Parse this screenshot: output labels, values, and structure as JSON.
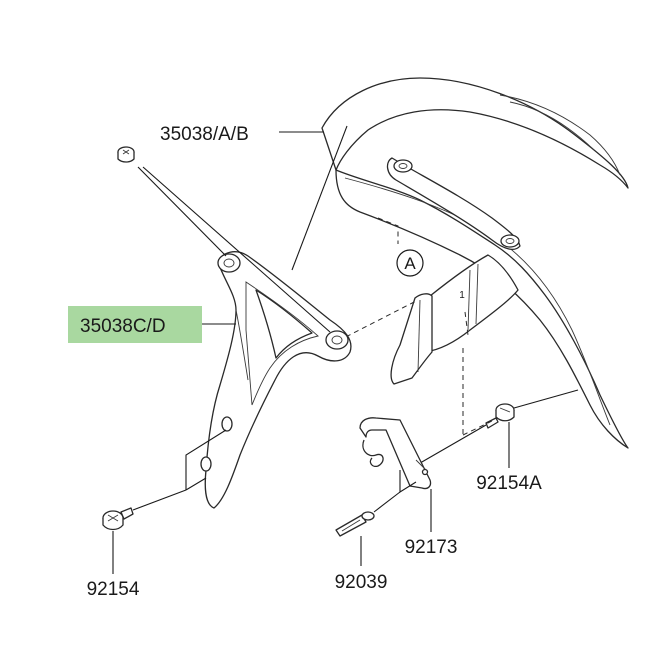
{
  "labels": {
    "fender": "35038/A/B",
    "bracket": "35038C/D",
    "bolt_left": "92154",
    "bolt_right": "92154A",
    "clamp": "92173",
    "clip": "92039",
    "ref_mark": "A",
    "ref_mark_small": "1"
  },
  "highlight_color": "#a9d8a0"
}
